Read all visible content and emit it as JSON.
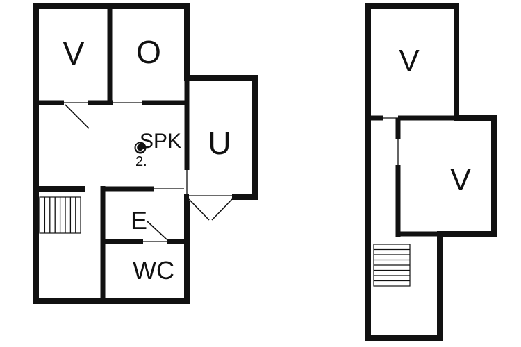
{
  "document": {
    "background": "#ffffff",
    "wall_color": "#111111"
  },
  "icons": {
    "stairs_left": "stairs-icon",
    "stairs_right": "stairs-icon",
    "stove": "stove-icon"
  },
  "plans": {
    "left": {
      "rooms": {
        "v": "V",
        "o": "O",
        "spk": "SPK",
        "u": "U",
        "e": "E",
        "wc": "WC"
      },
      "stove_number": "2."
    },
    "right": {
      "rooms": {
        "v_top": "V",
        "v_right": "V"
      }
    }
  }
}
